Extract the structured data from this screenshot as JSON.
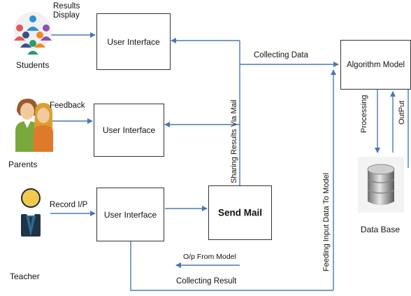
{
  "actors": {
    "students": "Students",
    "parents": "Parents",
    "teacher": "Teacher"
  },
  "edges": {
    "results_display": "Results\nDisplay",
    "feedback": "Feedback",
    "record_ip": "Record I/P",
    "collecting_data": "Collecting Data",
    "sharing_results": "Sharing Results Via Mail",
    "feeding_input": "Feeding Input Data To Model",
    "processing": "Processing",
    "output": "OutPut",
    "op_from_model": "O/p From Model",
    "collecting_result": "Collecting Result"
  },
  "boxes": {
    "ui_students": "User Interface",
    "ui_parents": "User Interface",
    "ui_teacher": "User Interface",
    "send_mail": "Send Mail",
    "algorithm_model": "Algorithm Model"
  },
  "database": "Data Base",
  "colors": {
    "arrow": "#4a78b8",
    "box_border": "#333333",
    "teacher_head": "#f2c94c",
    "teacher_body": "#2e6b8f"
  }
}
